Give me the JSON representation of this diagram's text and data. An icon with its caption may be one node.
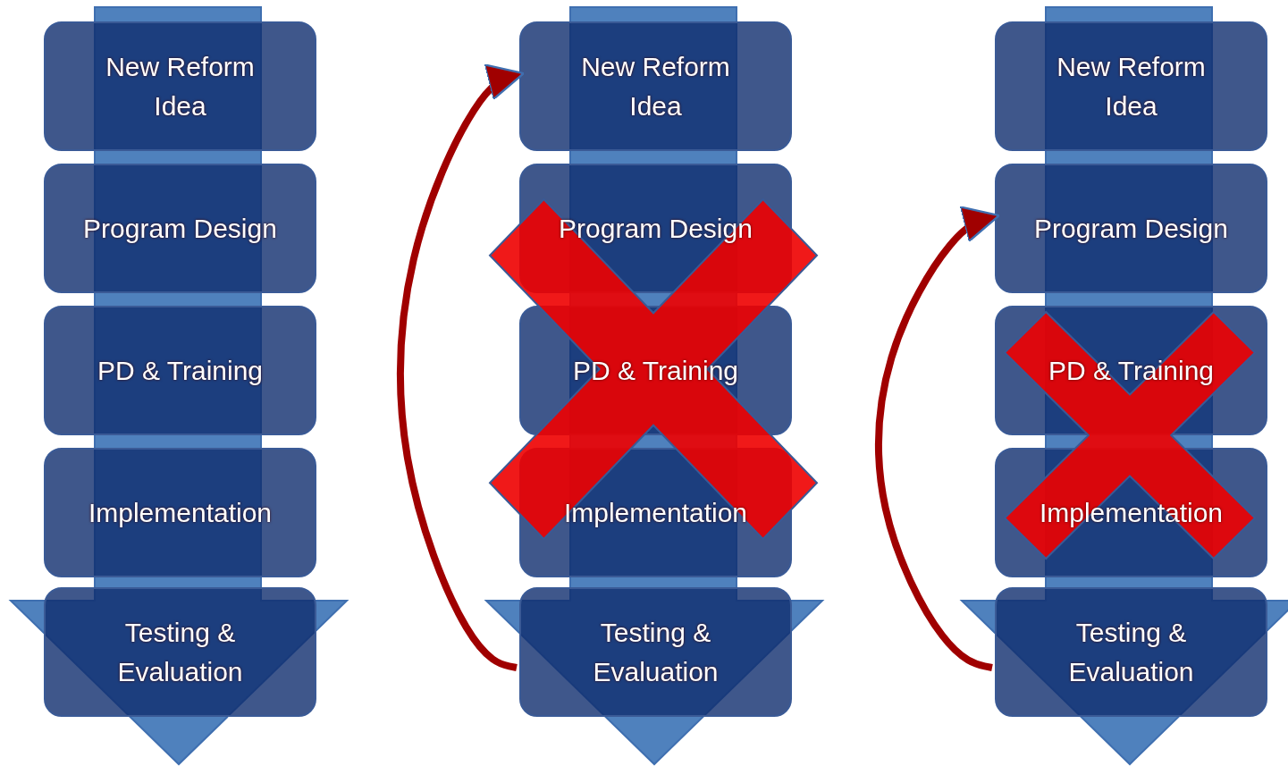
{
  "diagram": {
    "nodes": [
      {
        "text": [
          "New Reform Idea"
        ]
      },
      {
        "text": [
          "Program Design"
        ]
      },
      {
        "text": [
          "PD & Training"
        ]
      },
      {
        "text": [
          "Implementation"
        ]
      },
      {
        "text": [
          "Testing & Evaluation"
        ]
      },
      {
        "text": [
          "New Reform Idea"
        ]
      },
      {
        "text": [
          "Program Design"
        ]
      },
      {
        "text": [
          "PD & Training"
        ]
      },
      {
        "text": [
          "Implementation"
        ]
      },
      {
        "text": [
          "Testing & Evaluation"
        ]
      },
      {
        "text": [
          "New Reform Idea"
        ]
      },
      {
        "text": [
          "Program Design"
        ]
      },
      {
        "text": [
          "PD & Training"
        ]
      },
      {
        "text": [
          "Implementation"
        ]
      },
      {
        "text": [
          "Testing & Evaluation"
        ]
      }
    ],
    "edges": [
      {
        "from": 9,
        "to": 5,
        "arrow": "to"
      },
      {
        "from": 14,
        "to": 11,
        "arrow": "to"
      }
    ]
  }
}
